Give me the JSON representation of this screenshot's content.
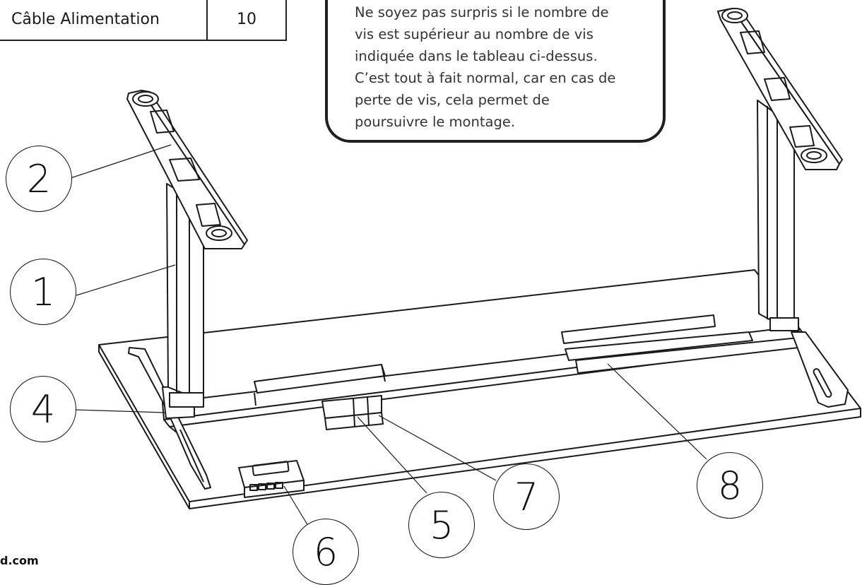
{
  "parts_table": {
    "rows": [
      {
        "name": "Câble Alimentation",
        "qty": "10"
      }
    ]
  },
  "note": {
    "lines": [
      "Ne soyez pas surpris si le nombre de",
      "vis est supérieur au nombre de vis",
      "indiquée dans le tableau ci-dessus.",
      "C’est tout à fait normal, car en cas de",
      "perte de vis, cela permet de",
      "poursuivre le montage."
    ]
  },
  "callouts": [
    "1",
    "2",
    "4",
    "5",
    "6",
    "7",
    "8"
  ],
  "footer": "d.com",
  "colors": {
    "line": "#1a1a1a",
    "background": "#ffffff"
  }
}
